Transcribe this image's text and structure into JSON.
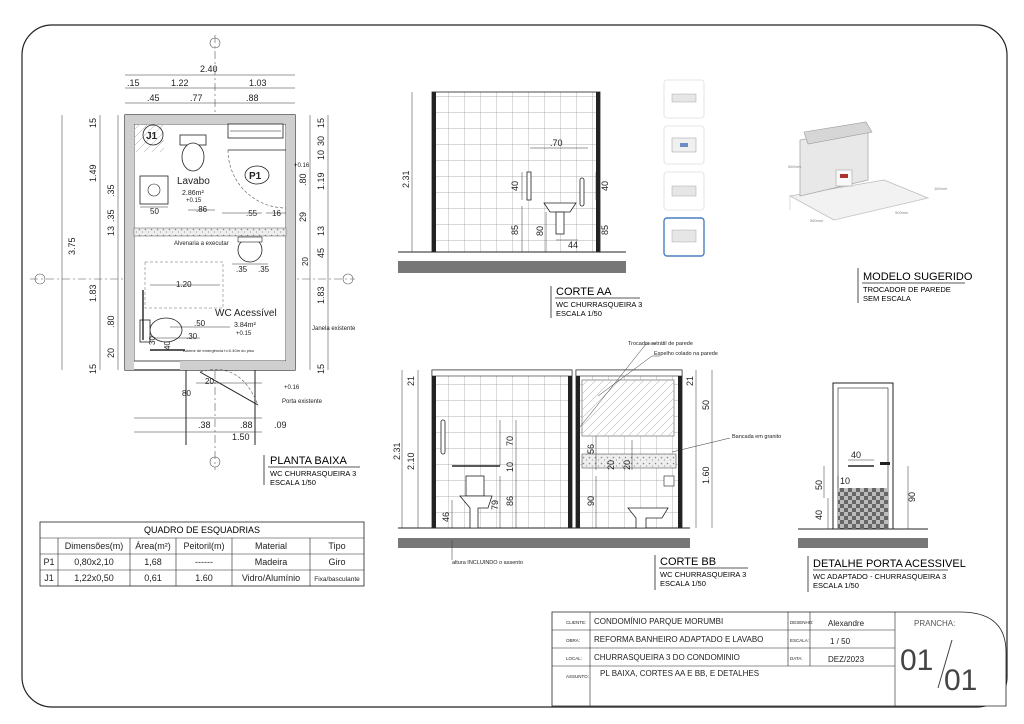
{
  "planta": {
    "dims_top": {
      "total": "2.40",
      "a": ".15",
      "b": "1.22",
      "c": "1.03",
      "d": ".45",
      "e": ".77",
      "f": ".88"
    },
    "dims_left": {
      "total": "3.75",
      "a": "1.49",
      "b": "1.83",
      "c": ".35",
      "d": ".35",
      "e": "13",
      "f": "15",
      "g": ".80",
      "h": "20",
      "i": "15"
    },
    "dims_right": {
      "a": "15",
      "b": "30",
      "c": "10",
      "d": ".80",
      "e": "1.19",
      "f": "29",
      "g": "13",
      "h": "45",
      "i": "1.83",
      "j": "15"
    },
    "dims_bottom": {
      "a": ".38",
      "b": ".88",
      "c": ".09",
      "d": "1.50"
    },
    "inner": {
      "d50a": "50",
      "d86": ".86",
      "d55": ".55",
      "d16": "16",
      "d35a": ".35",
      "d35b": ".35",
      "d20a": "20",
      "d120": "1.20",
      "d50b": ".50",
      "d30": ".30",
      "d40": "40",
      "d30b": "30",
      "d80": "80",
      "d20b": "20"
    },
    "room1_name": "Lavabo",
    "room1_area": "2.86m²",
    "room1_level": "+0.15",
    "room2_name": "WC Acessível",
    "room2_area": "3.84m²",
    "room2_level": "+0.15",
    "level_a": "+0.16",
    "level_b": "+0.16",
    "tag_j1": "J1",
    "tag_p1": "P1",
    "note_alvenaria": "Alvenaria a executar",
    "note_janela": "Janela existente",
    "note_porta": "Porta existente",
    "note_alarme": "Alarme de emergência h=0.40m do piso",
    "title": "PLANTA BAIXA",
    "sub1": "WC CHURRASQUEIRA 3",
    "sub2": "ESCALA 1/50"
  },
  "corte_aa": {
    "dims": {
      "h": "2.31",
      "d70": ".70",
      "d40a": "40",
      "d40b": "40",
      "d85a": "85",
      "d80": "80",
      "d44": "44",
      "d85b": "85"
    },
    "title": "CORTE AA",
    "sub1": "WC CHURRASQUEIRA 3",
    "sub2": "ESCALA 1/50"
  },
  "modelo": {
    "title": "MODELO SUGERIDO",
    "sub1": "TROCADOR DE PAREDE",
    "sub2": "SEM ESCALA",
    "dim_a": "560mm",
    "dim_b": "900mm",
    "dim_c": "560mm",
    "dim_d": "160mm"
  },
  "corte_bb": {
    "dims": {
      "h21": "21",
      "h231": "2.31",
      "h210": "2.10",
      "d70": "70",
      "d10": "10",
      "d46": "46",
      "d79": "79",
      "d86": "86",
      "d56": "56",
      "d20a": "20",
      "d20b": "20",
      "d90": "90",
      "r21": "21",
      "r50": "50",
      "r160": "1.60"
    },
    "note_trocador": "Trocador retrátil de parede",
    "note_espelho": "Espelho colado na parede",
    "note_bancada": "Bancada em granito",
    "note_altura": "altura INCLUINDO o assento",
    "title": "CORTE BB",
    "sub1": "WC CHURRASQUEIRA 3",
    "sub2": "ESCALA 1/50"
  },
  "detalhe": {
    "dims": {
      "d40": "40",
      "d10": "10",
      "d50": "50",
      "d40b": "40",
      "d90": "90"
    },
    "title": "DETALHE PORTA ACESSIVEL",
    "sub1": "WC ADAPTADO - CHURRASQUEIRA 3",
    "sub2": "ESCALA 1/50"
  },
  "quadro": {
    "title": "QUADRO DE ESQUADRIAS",
    "headers": [
      "",
      "Dimensões(m)",
      "Área(m²)",
      "Peitoril(m)",
      "Material",
      "Tipo"
    ],
    "rows": [
      [
        "P1",
        "0,80x2,10",
        "1,68",
        "------",
        "Madeira",
        "Giro"
      ],
      [
        "J1",
        "1,22x0,50",
        "0,61",
        "1.60",
        "Vidro/Alumínio",
        "Fixa/basculante"
      ]
    ]
  },
  "carimbo": {
    "l_cliente": "CLIENTE:",
    "cliente": "CONDOMÍNIO PARQUE MORUMBI",
    "l_obra": "OBRA:",
    "obra": "REFORMA BANHEIRO ADAPTADO E LAVABO",
    "l_local": "LOCAL:",
    "local": "CHURRASQUEIRA 3 DO CONDOMINIO",
    "l_assunto": "ASSUNTO:",
    "assunto": "PL BAIXA, CORTES AA E BB, E DETALHES",
    "l_desenho": "DESENHO:",
    "desenho": "Alexandre",
    "l_escala": "ESCALA:",
    "escala": "1 / 50",
    "l_data": "DATA:",
    "data": "DEZ/2023",
    "l_prancha": "PRANCHA:",
    "prancha_a": "01",
    "prancha_b": "01"
  },
  "colors": {
    "line": "#222222",
    "dim": "#333333",
    "hatch": "#888888",
    "tile": "#9a9a9a",
    "floor": "#777777"
  }
}
